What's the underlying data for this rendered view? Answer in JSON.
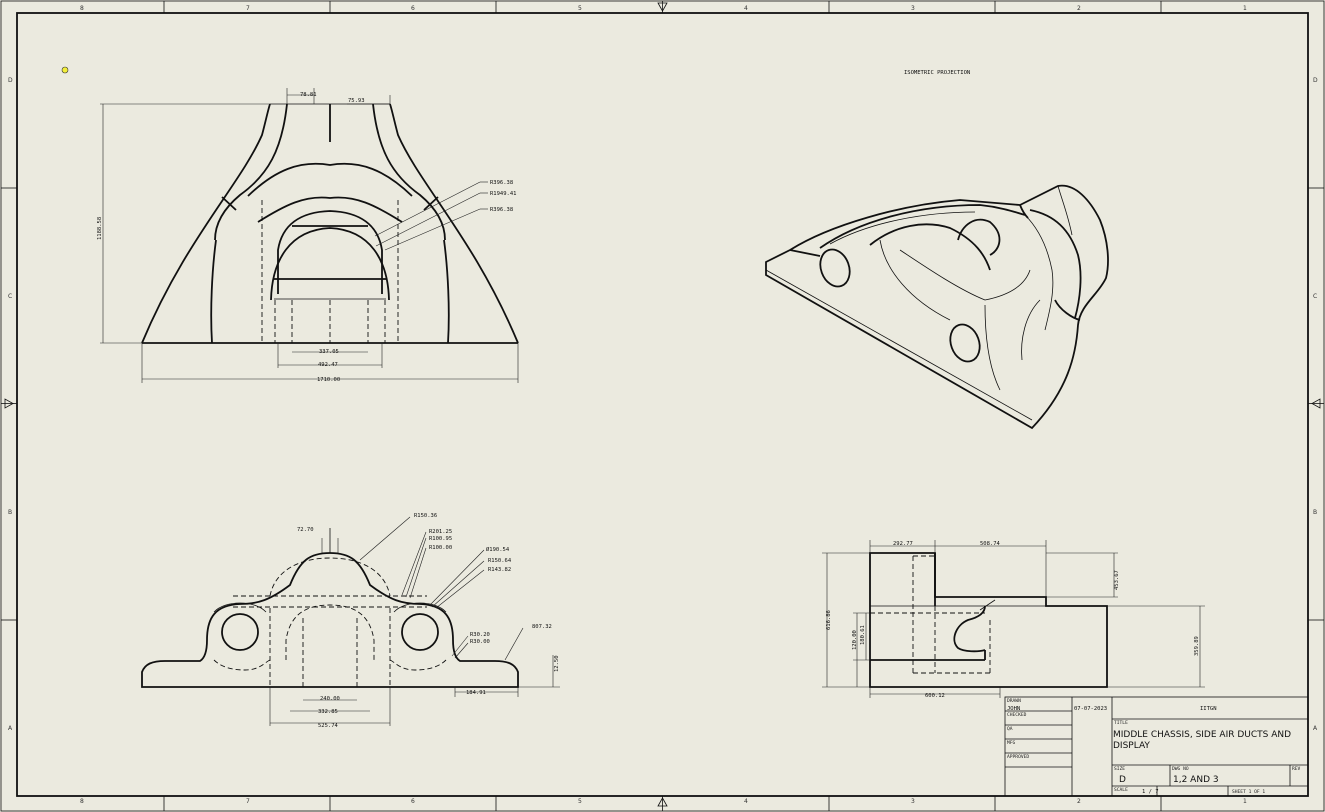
{
  "zones": {
    "columns": [
      "8",
      "7",
      "6",
      "5",
      "4",
      "3",
      "2",
      "1"
    ],
    "rows": [
      "D",
      "C",
      "B",
      "A"
    ]
  },
  "views": {
    "isometric_label": "ISOMETRIC PROJECTION",
    "front_dims": {
      "top_width": "78.81",
      "top_offset": "75.93",
      "height": "1188.58",
      "r1": "R396.38",
      "r2": "R1949.41",
      "r3": "R396.38",
      "inner": "337.05",
      "mid": "492.47",
      "overall": "1710.00"
    },
    "side_dims": {
      "top": "72.70",
      "r_a": "R150.36",
      "r_b": "R201.25",
      "r_c": "R100.95",
      "r_d": "R100.00",
      "dia": "Ø190.54",
      "r_e": "R150.64",
      "r_f": "R143.82",
      "r_g": "R30.20",
      "r_h": "R30.00",
      "r_i": "807.32",
      "thick": "12.50",
      "w1": "240.00",
      "w2": "332.85",
      "w3": "525.74",
      "w4": "184.91"
    },
    "top_dims": {
      "a": "292.77",
      "b": "508.74",
      "c": "453.67",
      "d": "616.86",
      "e": "180.61",
      "f": "120.00",
      "g": "359.89",
      "h": "600.12"
    }
  },
  "title_block": {
    "drawn_label": "DRAWN",
    "drawn_by": "JOHN",
    "date": "07-07-2023",
    "checked_label": "CHECKED",
    "qa_label": "QA",
    "mfg_label": "MFG",
    "approved_label": "APPROVED",
    "company": "IITGN",
    "title_label": "TITLE",
    "title": "MIDDLE CHASSIS, SIDE AIR DUCTS AND DISPLAY",
    "size_label": "SIZE",
    "size": "D",
    "dwg_label": "DWG NO",
    "dwg_no": "1,2 AND 3",
    "rev_label": "REV",
    "scale_label": "SCALE",
    "scale": "1 / 7",
    "sheet": "SHEET 1  OF 1"
  }
}
